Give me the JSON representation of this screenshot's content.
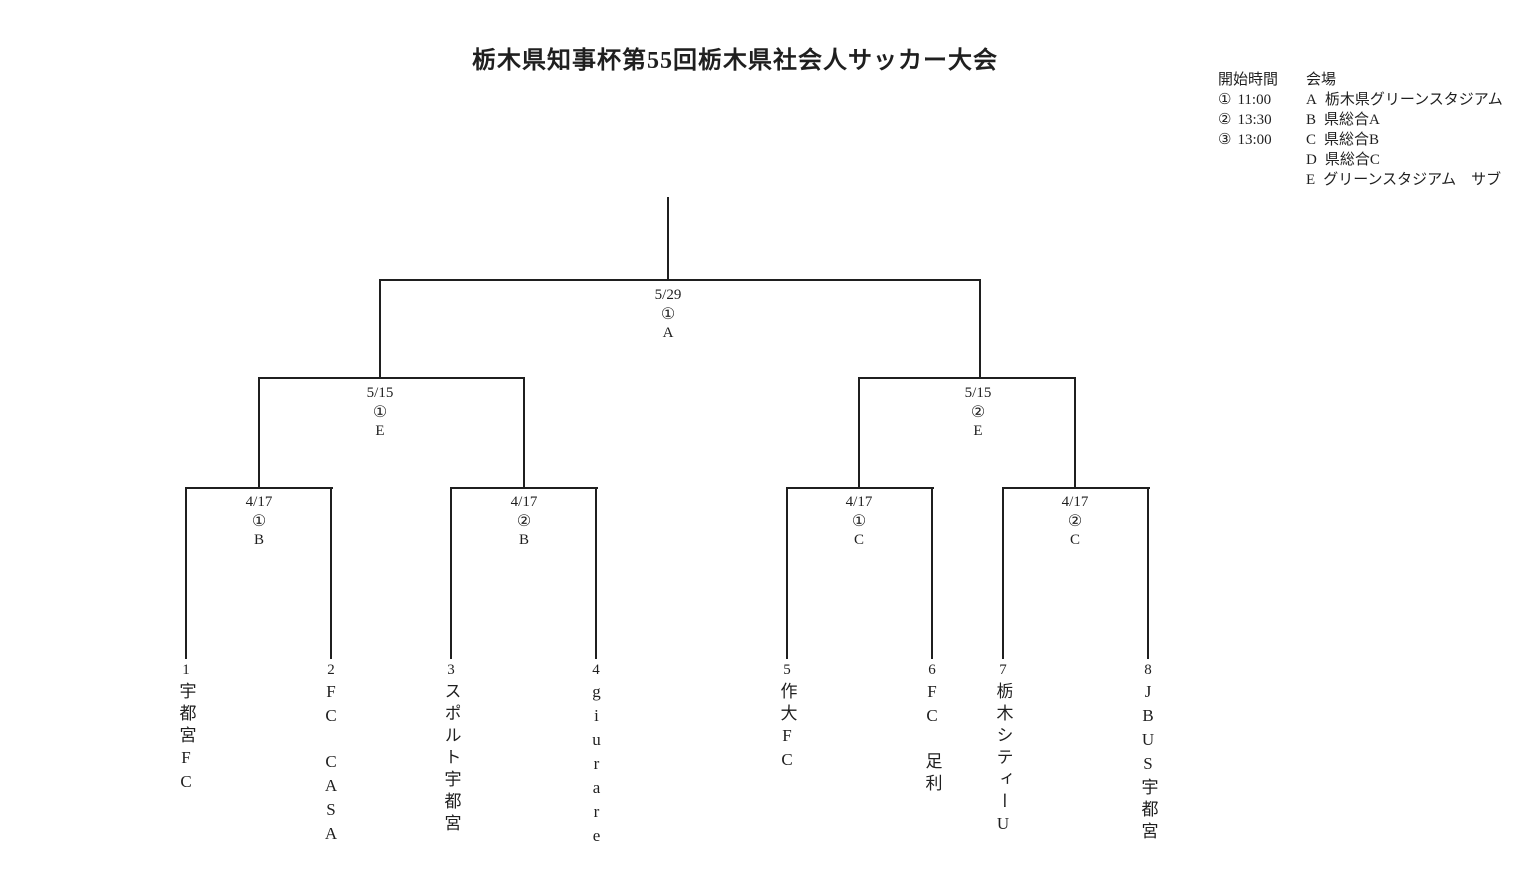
{
  "title": "栃木県知事杯第55回栃木県社会人サッカー大会",
  "legend": {
    "start_times_header": "開始時間",
    "venues_header": "会場",
    "start_times": [
      {
        "mark": "①",
        "time": "11:00"
      },
      {
        "mark": "②",
        "time": "13:30"
      },
      {
        "mark": "③",
        "time": "13:00"
      }
    ],
    "venues": [
      {
        "code": "A",
        "name": "栃木県グリーンスタジアム"
      },
      {
        "code": "B",
        "name": "県総合A"
      },
      {
        "code": "C",
        "name": "県総合B"
      },
      {
        "code": "D",
        "name": "県総合C"
      },
      {
        "code": "E",
        "name": "グリーンスタジアム　サブ"
      }
    ]
  },
  "bracket": {
    "final": {
      "date": "5/29",
      "slot": "①",
      "venue": "A"
    },
    "semifinals": [
      {
        "date": "5/15",
        "slot": "①",
        "venue": "E"
      },
      {
        "date": "5/15",
        "slot": "②",
        "venue": "E"
      }
    ],
    "quarterfinals": [
      {
        "date": "4/17",
        "slot": "①",
        "venue": "B"
      },
      {
        "date": "4/17",
        "slot": "②",
        "venue": "B"
      },
      {
        "date": "4/17",
        "slot": "①",
        "venue": "C"
      },
      {
        "date": "4/17",
        "slot": "②",
        "venue": "C"
      }
    ],
    "teams": [
      {
        "seed": "1",
        "name": "宇都宮FC"
      },
      {
        "seed": "2",
        "name": "FC　CASA"
      },
      {
        "seed": "3",
        "name": "スポルト宇都宮"
      },
      {
        "seed": "4",
        "name": "giurare"
      },
      {
        "seed": "5",
        "name": "作大FC"
      },
      {
        "seed": "6",
        "name": "FC　足利"
      },
      {
        "seed": "7",
        "name": "栃木シティーU"
      },
      {
        "seed": "8",
        "name": "JBUS宇都宮"
      }
    ]
  },
  "colors": {
    "background": "#ffffff",
    "line": "#1f1f1f",
    "text": "#1f1f1f"
  }
}
